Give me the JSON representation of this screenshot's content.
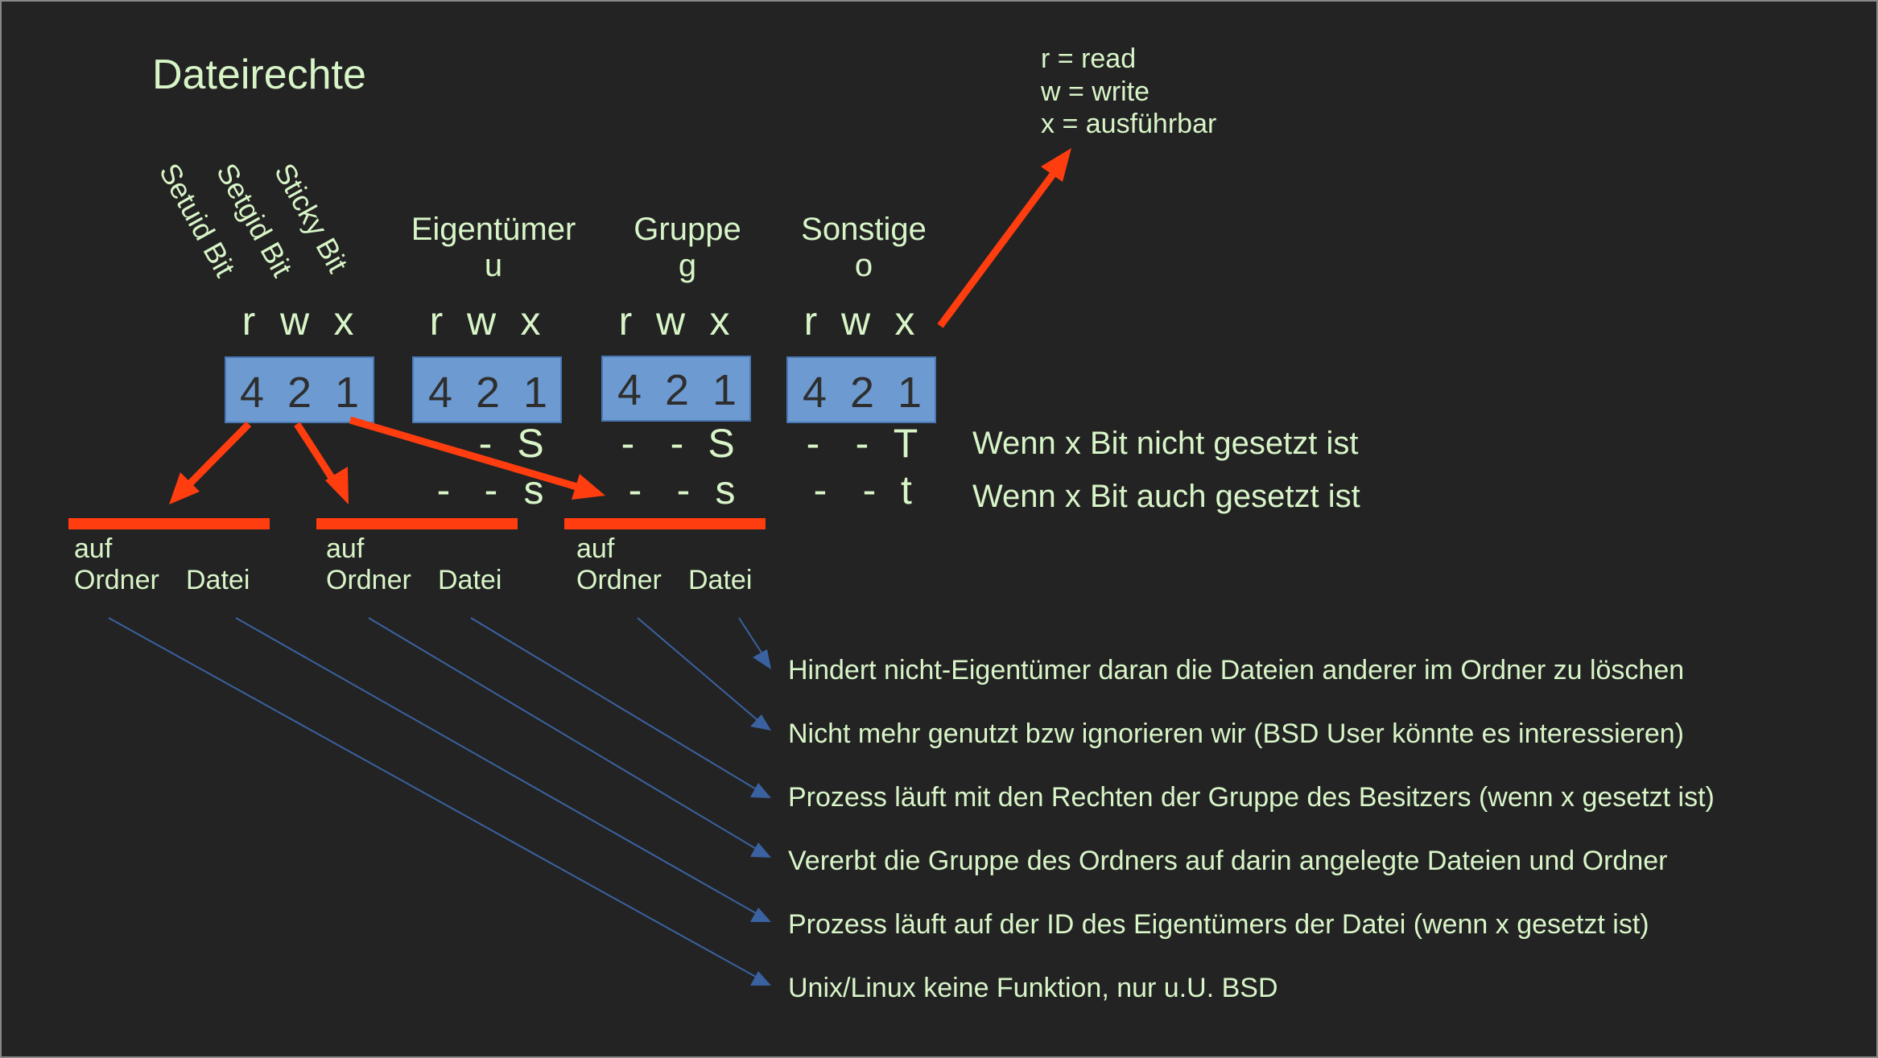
{
  "title": "Dateirechte",
  "legend": [
    "r = read",
    "w = write",
    "x = ausführbar"
  ],
  "special_bits": [
    "Setuid Bit",
    "Setgid Bit",
    "Sticky Bit"
  ],
  "headers": [
    {
      "name": "Eigentümer",
      "short": "u"
    },
    {
      "name": "Gruppe",
      "short": "g"
    },
    {
      "name": "Sonstige",
      "short": "o"
    }
  ],
  "perm_letters": [
    "r",
    "w",
    "x"
  ],
  "values": [
    "4",
    "2",
    "1"
  ],
  "states": {
    "not_set": {
      "symbols": [
        "-",
        "-",
        "S",
        "-",
        "-",
        "S",
        "-",
        "-",
        "T"
      ],
      "label": "Wenn x Bit nicht gesetzt ist"
    },
    "set": {
      "symbols": [
        "-",
        "-",
        "s",
        "-",
        "-",
        "s",
        "-",
        "-",
        "t"
      ],
      "label": "Wenn x Bit auch gesetzt ist"
    }
  },
  "targets": [
    {
      "top": "auf",
      "folder": "Ordner",
      "file": "Datei"
    },
    {
      "top": "auf",
      "folder": "Ordner",
      "file": "Datei"
    },
    {
      "top": "auf",
      "folder": "Ordner",
      "file": "Datei"
    }
  ],
  "descriptions": [
    "Hindert nicht-Eigentümer daran die Dateien anderer im Ordner zu löschen",
    "Nicht mehr genutzt bzw ignorieren wir (BSD User könnte es interessieren)",
    "Prozess läuft mit den Rechten der Gruppe des Besitzers (wenn x gesetzt ist)",
    "Vererbt die Gruppe des Ordners auf darin angelegte Dateien und Ordner",
    "Prozess läuft auf der ID des Eigentümers der Datei (wenn x gesetzt ist)",
    "Unix/Linux keine Funktion, nur u.U. BSD"
  ],
  "colors": {
    "background": "#232323",
    "text": "#d8f5c8",
    "box": "#6d9bd1",
    "red_arrow": "#ff3d0f",
    "blue_arrow": "#3a62a0"
  }
}
